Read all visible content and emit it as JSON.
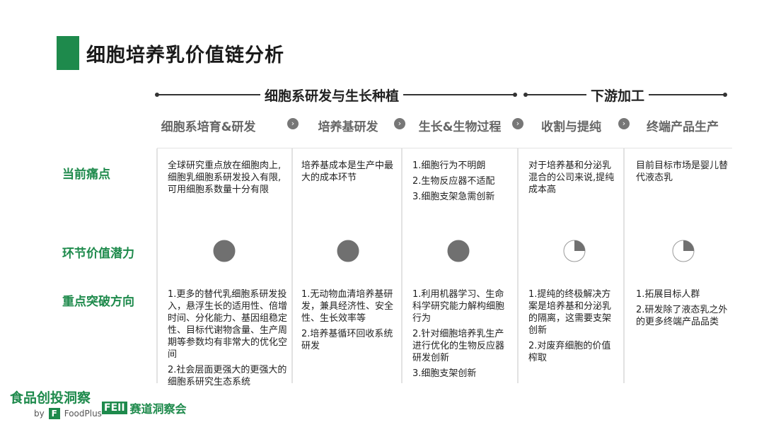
{
  "title": "细胞培养乳价值链分析",
  "groups": [
    {
      "label": "细胞系研发与生长种植"
    },
    {
      "label": "下游加工"
    }
  ],
  "stages": [
    "细胞系培育&研发",
    "培养基研发",
    "生长&生物过程",
    "收割与提纯",
    "终端产品生产"
  ],
  "row_labels": {
    "pain": "当前痛点",
    "potential": "环节价值潜力",
    "breakthrough": "重点突破方向"
  },
  "columns": [
    {
      "pain": [
        "全球研究重点放在细胞肉上,细胞乳细胞系研发投入有限,可用细胞系数量十分有限"
      ],
      "potential": 1,
      "breakthrough": [
        "1.更多的替代乳细胞系研发投入，悬浮生长的适用性、倍增时间、分化能力、基因组稳定性、目标代谢物含量、生产周期等参数均有非常大的优化空间",
        "2.社会层面更强大的更强大的细胞系研究生态系统"
      ]
    },
    {
      "pain": [
        "培养基成本是生产中最大的成本环节"
      ],
      "potential": 1,
      "breakthrough": [
        "1.无动物血清培养基研发，兼具经济性、安全性、生长效率等",
        "2.培养基循环回收系统研发"
      ]
    },
    {
      "pain": [
        "1.细胞行为不明朗",
        "2.生物反应器不适配",
        "3.细胞支架急需创新"
      ],
      "potential": 1,
      "breakthrough": [
        "1.利用机器学习、生命科学研究能力解构细胞行为",
        "2.针对细胞培养乳生产进行优化的生物反应器研发创新",
        "3.细胞支架创新"
      ]
    },
    {
      "pain": [
        "对于培养基和分泌乳混合的公司来说,提纯成本高"
      ],
      "potential": 0.25,
      "breakthrough": [
        "1.提纯的终极解决方案是培养基和分泌乳的隔离，这需要支架创新",
        "2.对废弃细胞的价值榨取"
      ]
    },
    {
      "pain": [
        "目前目标市场是婴儿替代液态乳"
      ],
      "potential": 0.25,
      "breakthrough": [
        "1.拓展目标人群",
        "2.研发除了液态乳之外的更多终端产品品类"
      ]
    }
  ],
  "footer": {
    "brand": "食品创投洞察",
    "by": "by",
    "foodplus_logo": "F",
    "foodplus": "FoodPlus",
    "feii_logo": "FEII",
    "feii_text": "赛道洞察会"
  },
  "colors": {
    "accent": "#1e8a4c",
    "pie": "#707070"
  }
}
